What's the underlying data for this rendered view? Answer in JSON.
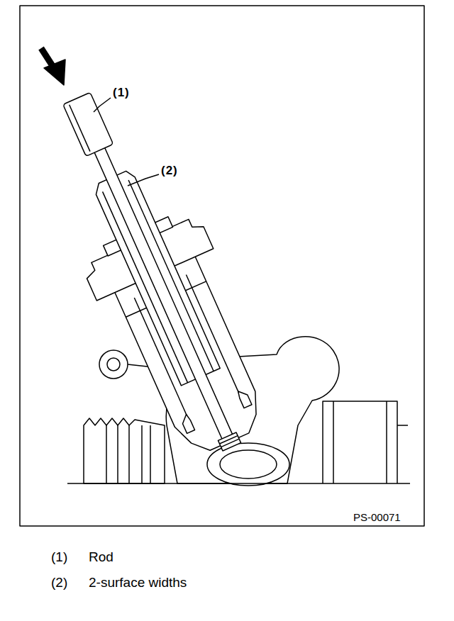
{
  "diagram": {
    "labels": [
      "(1)",
      "(2)",
      "PS-00071",
      "(1)",
      "Rod",
      "(2)",
      "2-surface widths"
    ]
  }
}
